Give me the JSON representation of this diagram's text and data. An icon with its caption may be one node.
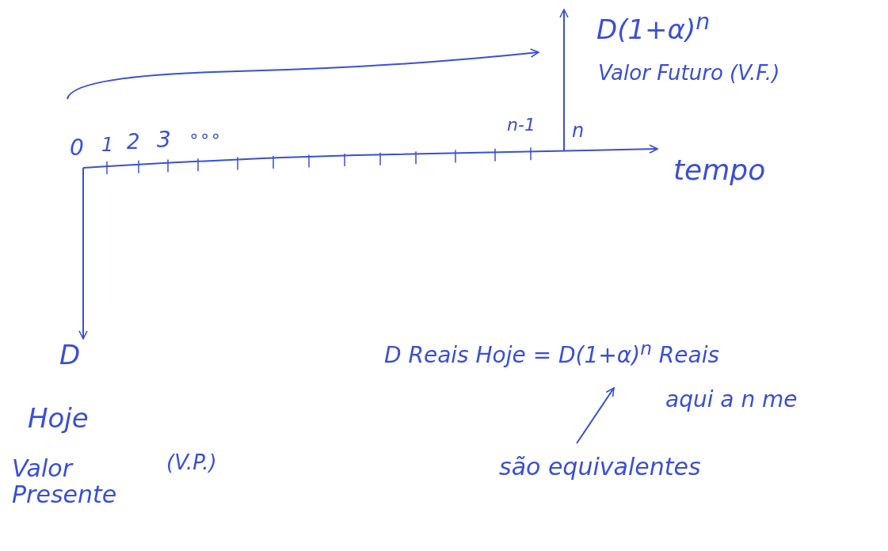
{
  "diagram": {
    "nodes": [
      {
        "text": [
          "D",
          "Hoje",
          "Valor Presente",
          "(V.P.)"
        ]
      },
      {
        "text": [
          "D(1+α)$^{n}$",
          "Valor Futuro (V.F.)"
        ]
      },
      {
        "text": [
          "são equivalentes"
        ]
      },
      {
        "text": [],
        "shape": "line"
      }
    ],
    "edges": [
      {
        "from": 3,
        "to": 0,
        "arrow": "to"
      },
      {
        "from": 2,
        "to": null,
        "arrow": "to"
      }
    ],
    "labels": [
      "0",
      "1",
      "2",
      "3",
      "∘∘∘",
      "n-1",
      "n",
      "tempo",
      "D Reais Hoje = D(1+α)$^{n}$ Reais",
      "aqui a n me"
    ]
  }
}
